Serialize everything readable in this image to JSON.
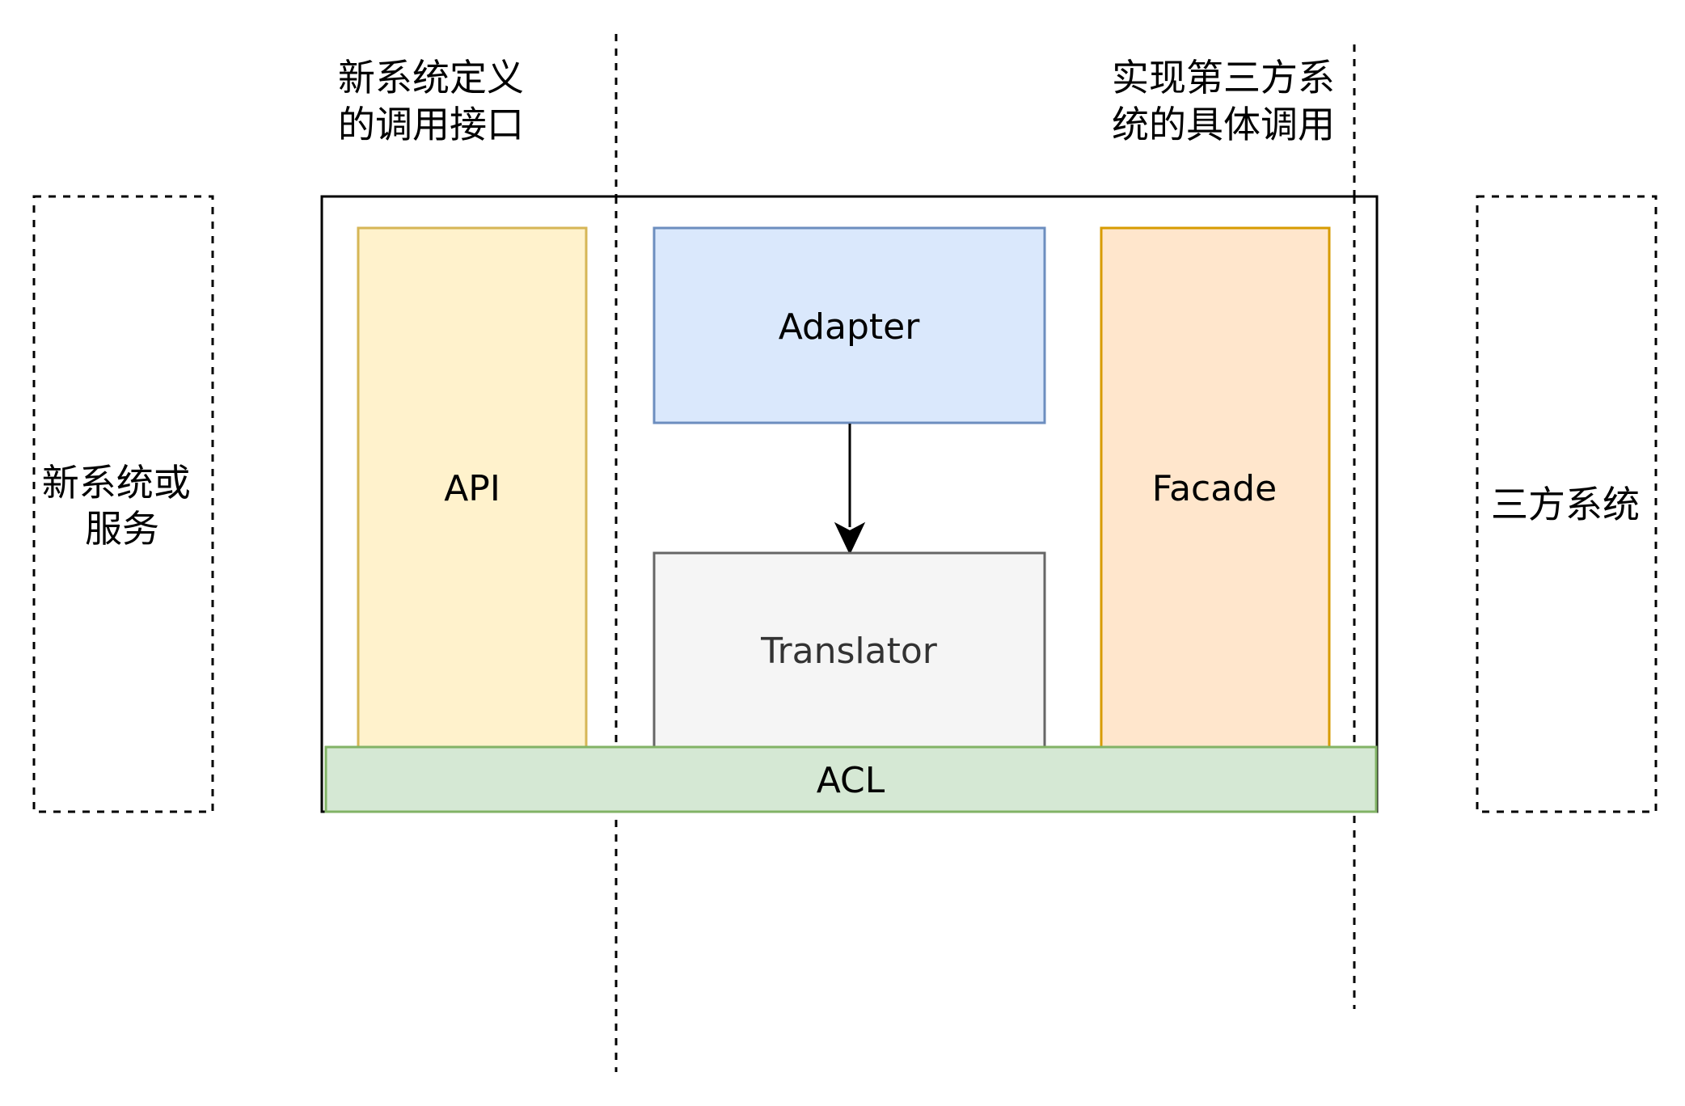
{
  "annotations": {
    "left_note": [
      "新系统定义",
      "的调用接口"
    ],
    "right_note": [
      "实现第三方系",
      "统的具体调用"
    ]
  },
  "external": {
    "left_system": [
      "新系统或",
      "服务"
    ],
    "right_system": [
      "三方系统"
    ]
  },
  "acl": {
    "api": "API",
    "adapter": "Adapter",
    "translator": "Translator",
    "facade": "Facade",
    "acl": "ACL"
  },
  "colors": {
    "api_fill": "#fff2cc",
    "api_stroke": "#d6b656",
    "adapter_fill": "#dae8fc",
    "adapter_stroke": "#6c8ebf",
    "translator_fill": "#f5f5f5",
    "translator_stroke": "#666666",
    "translator_text": "#333333",
    "facade_fill": "#ffe6cc",
    "facade_stroke": "#d79b00",
    "acl_fill": "#d5e8d4",
    "acl_stroke": "#82b366"
  }
}
